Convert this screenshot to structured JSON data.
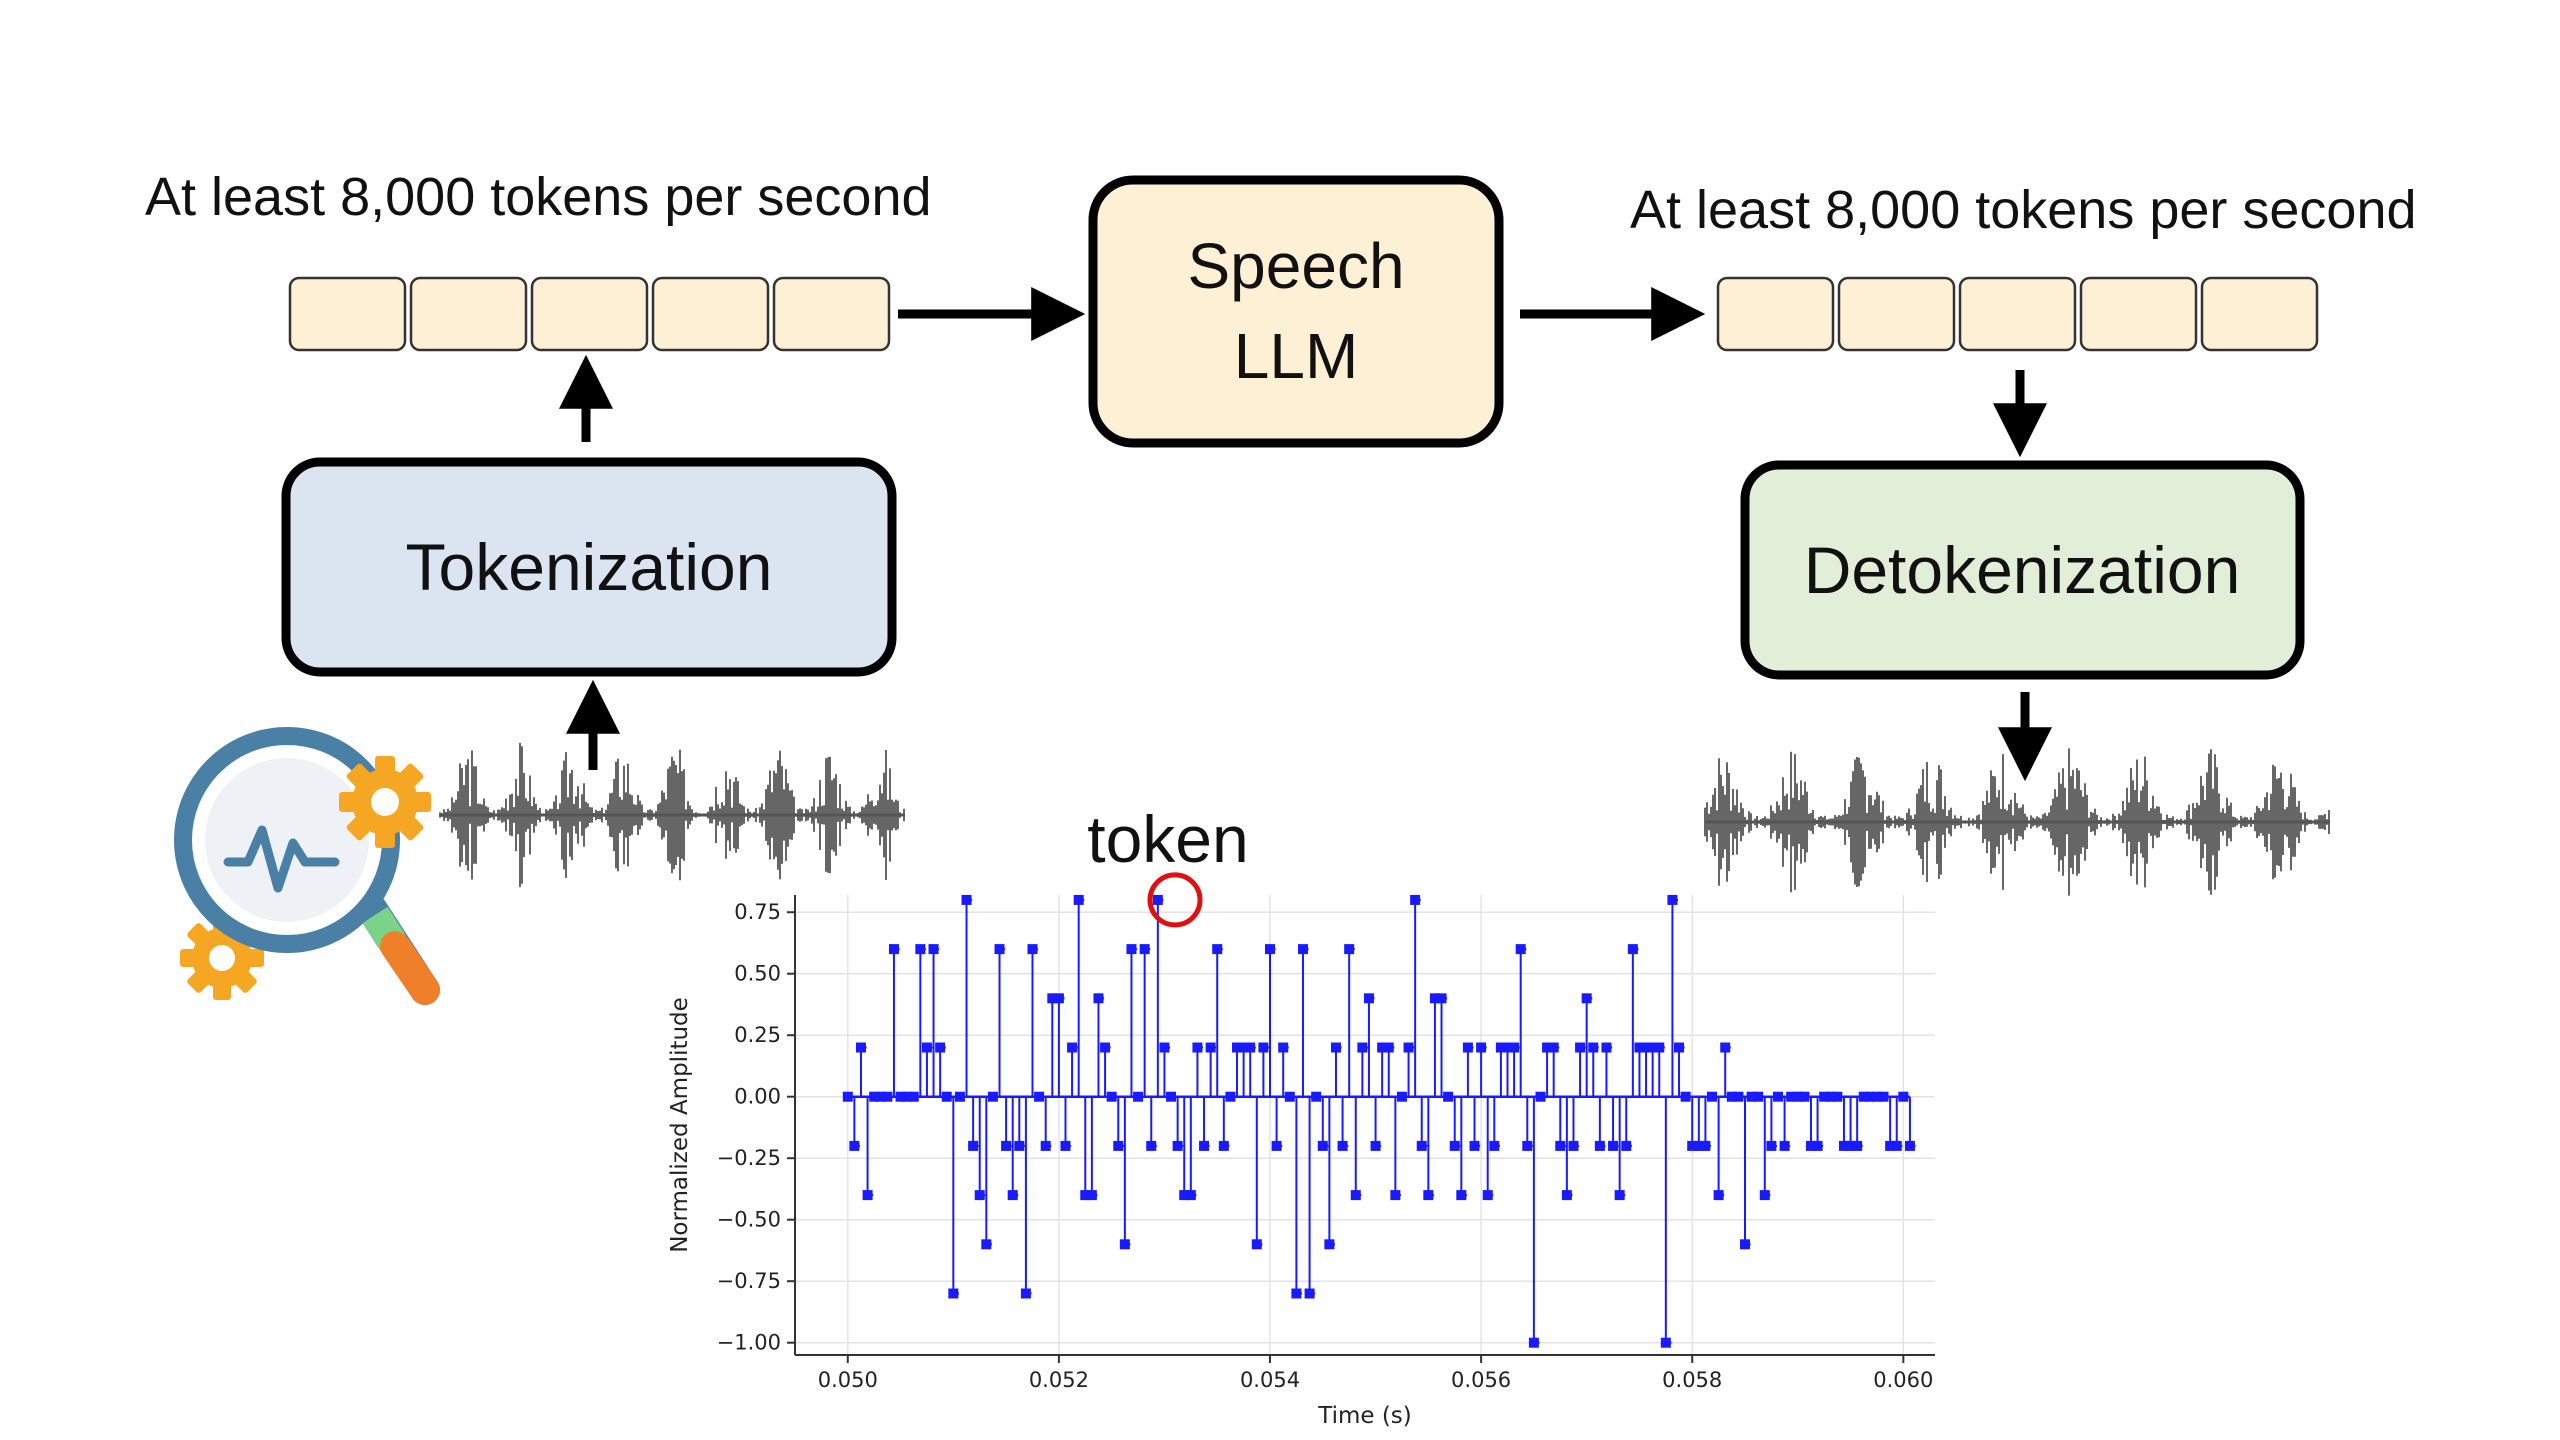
{
  "diagram": {
    "input_rate_label": "At least 8,000 tokens per second",
    "output_rate_label": "At least 8,000 tokens per second",
    "llm_label_line1": "Speech",
    "llm_label_line2": "LLM",
    "tokenization_label": "Tokenization",
    "detokenization_label": "Detokenization",
    "token_callout": "token",
    "colors": {
      "token_cell": "#fdf0d5",
      "llm_box": "#fdf0d5",
      "tokenization_box": "#dbe4f1",
      "detokenization_box": "#e1eed8",
      "waveform": "#555555",
      "highlight_circle": "#e01010",
      "magnifier_ring": "#4a7fa6",
      "gear": "#f5a623"
    },
    "icons": [
      "magnifier-icon",
      "pulse-icon",
      "gear-icon",
      "waveform-icon"
    ]
  },
  "chart_data": {
    "type": "line",
    "style": "step with square markers",
    "xlabel": "Time (s)",
    "ylabel": "Normalized Amplitude",
    "xlim": [
      0.0495,
      0.0603
    ],
    "ylim": [
      -1.05,
      0.82
    ],
    "xticks": [
      0.05,
      0.052,
      0.054,
      0.056,
      0.058,
      0.06
    ],
    "xtick_labels": [
      "0.050",
      "0.052",
      "0.054",
      "0.056",
      "0.058",
      "0.060"
    ],
    "yticks": [
      0.75,
      0.5,
      0.25,
      0.0,
      -0.25,
      -0.5,
      -0.75,
      -1.0
    ],
    "ytick_labels": [
      "0.75",
      "0.50",
      "0.25",
      "0.00",
      "−0.25",
      "−0.50",
      "−0.75",
      "−1.00"
    ],
    "grid": true,
    "series_color": "#1a1aff",
    "highlight_x": 0.0531,
    "x_start": 0.05,
    "x_step": 6.25e-05,
    "values": [
      0,
      -0.2,
      0.2,
      -0.4,
      0,
      0,
      0,
      0.6,
      0,
      0,
      0,
      0.6,
      0.2,
      0.6,
      0.2,
      0,
      -0.8,
      0,
      0.8,
      -0.2,
      -0.4,
      -0.6,
      0,
      0.6,
      -0.2,
      -0.4,
      -0.2,
      -0.8,
      0.6,
      0,
      -0.2,
      0.4,
      0.4,
      -0.2,
      0.2,
      0.8,
      -0.4,
      -0.4,
      0.4,
      0.2,
      0,
      -0.2,
      -0.6,
      0.6,
      0,
      0.6,
      -0.2,
      0.8,
      0.2,
      0,
      -0.2,
      -0.4,
      -0.4,
      0.2,
      -0.2,
      0.2,
      0.6,
      -0.2,
      0,
      0.2,
      0.2,
      0.2,
      -0.6,
      0.2,
      0.6,
      -0.2,
      0.2,
      0,
      -0.8,
      0.6,
      -0.8,
      0,
      -0.2,
      -0.6,
      0.2,
      -0.2,
      0.6,
      -0.4,
      0.2,
      0.4,
      -0.2,
      0.2,
      0.2,
      -0.4,
      0,
      0.2,
      0.8,
      -0.2,
      -0.4,
      0.4,
      0.4,
      0,
      -0.2,
      -0.4,
      0.2,
      -0.2,
      0.2,
      -0.4,
      -0.2,
      0.2,
      0.2,
      0.2,
      0.6,
      -0.2,
      -1.0,
      0,
      0.2,
      0.2,
      -0.2,
      -0.4,
      -0.2,
      0.2,
      0.4,
      0.2,
      -0.2,
      0.2,
      -0.2,
      -0.4,
      -0.2,
      0.6,
      0.2,
      0.2,
      0.2,
      0.2,
      -1.0,
      0.8,
      0.2,
      0,
      -0.2,
      -0.2,
      -0.2,
      0,
      -0.4,
      0.2,
      0,
      0,
      -0.6,
      0,
      0,
      -0.4,
      -0.2,
      0,
      -0.2,
      0,
      0,
      0,
      -0.2,
      -0.2,
      0,
      0,
      0,
      -0.2,
      -0.2,
      -0.2,
      0,
      0,
      0,
      0,
      -0.2,
      -0.2,
      0,
      -0.2
    ]
  }
}
